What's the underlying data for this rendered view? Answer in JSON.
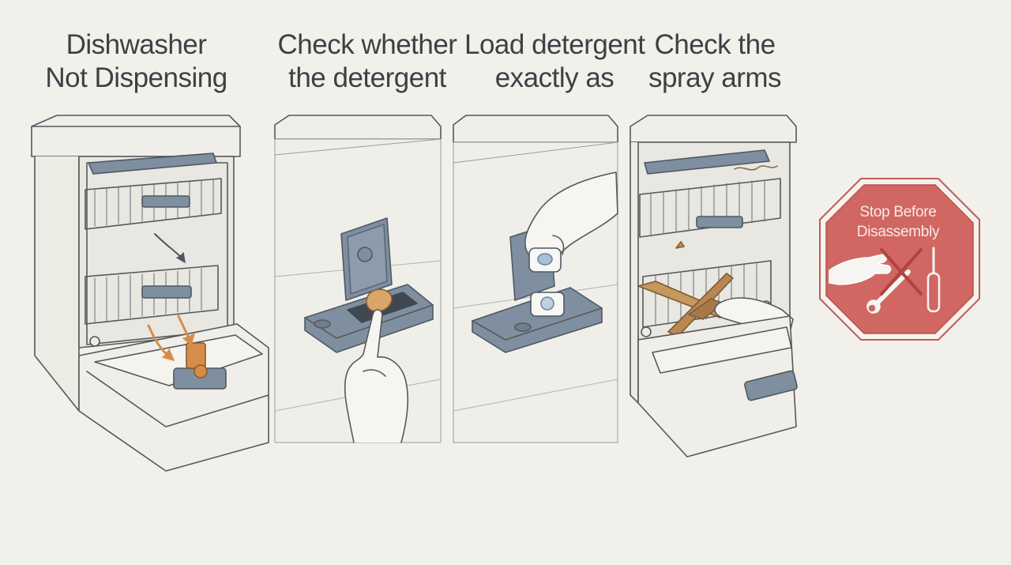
{
  "panels": [
    {
      "title": [
        "Dishwasher",
        "Not Dispensing"
      ]
    },
    {
      "title": [
        "Check whether",
        "the detergent"
      ]
    },
    {
      "title": [
        "Load detergent",
        "exactly as"
      ]
    },
    {
      "title": [
        "Check the",
        "spray arms"
      ]
    }
  ],
  "stop_sign": {
    "lines": [
      "Stop Before",
      "Disassembly"
    ]
  },
  "colors": {
    "background": "#f1f0ea",
    "line": "#55585d",
    "dispenser": "#7f8fa0",
    "accent": "#d68d4a",
    "stop": "#d06763"
  }
}
